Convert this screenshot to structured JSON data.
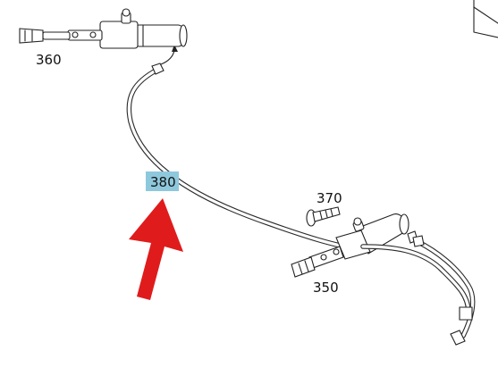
{
  "parts": {
    "p360": "360",
    "p370": "370",
    "p350": "350",
    "p380": "380"
  },
  "colors": {
    "highlight": "#8ec8dc",
    "arrow": "#e01b1b"
  }
}
